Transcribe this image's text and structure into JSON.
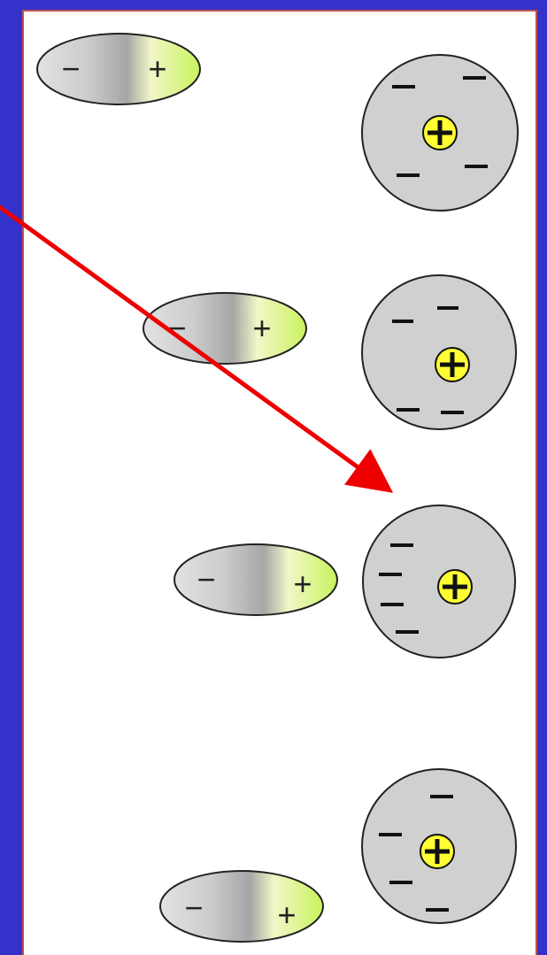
{
  "colors": {
    "background": "#3333cc",
    "panel": "#ffffff",
    "panel_border": "#c0504d",
    "molecule_negative_end": "#bfbfbf",
    "molecule_positive_end": "#ccff66",
    "atom_body": "#d0d0d0",
    "nucleus": "#ffff33",
    "arrow": "#ee0000"
  },
  "signs": {
    "negative": "−",
    "positive": "+"
  },
  "icons": {
    "nucleus": "circled-plus",
    "electron": "dash",
    "arrow": "red-arrow"
  },
  "stages": [
    {
      "step": 1,
      "molecule_signs": [
        "−",
        "+"
      ],
      "atom_nucleus": "+",
      "electron_count": 4
    },
    {
      "step": 2,
      "molecule_signs": [
        "−",
        "+"
      ],
      "atom_nucleus": "+",
      "electron_count": 4
    },
    {
      "step": 3,
      "molecule_signs": [
        "−",
        "+"
      ],
      "atom_nucleus": "+",
      "electron_count": 4
    },
    {
      "step": 4,
      "molecule_signs": [
        "−",
        "+"
      ],
      "atom_nucleus": "+",
      "electron_count": 4
    }
  ]
}
